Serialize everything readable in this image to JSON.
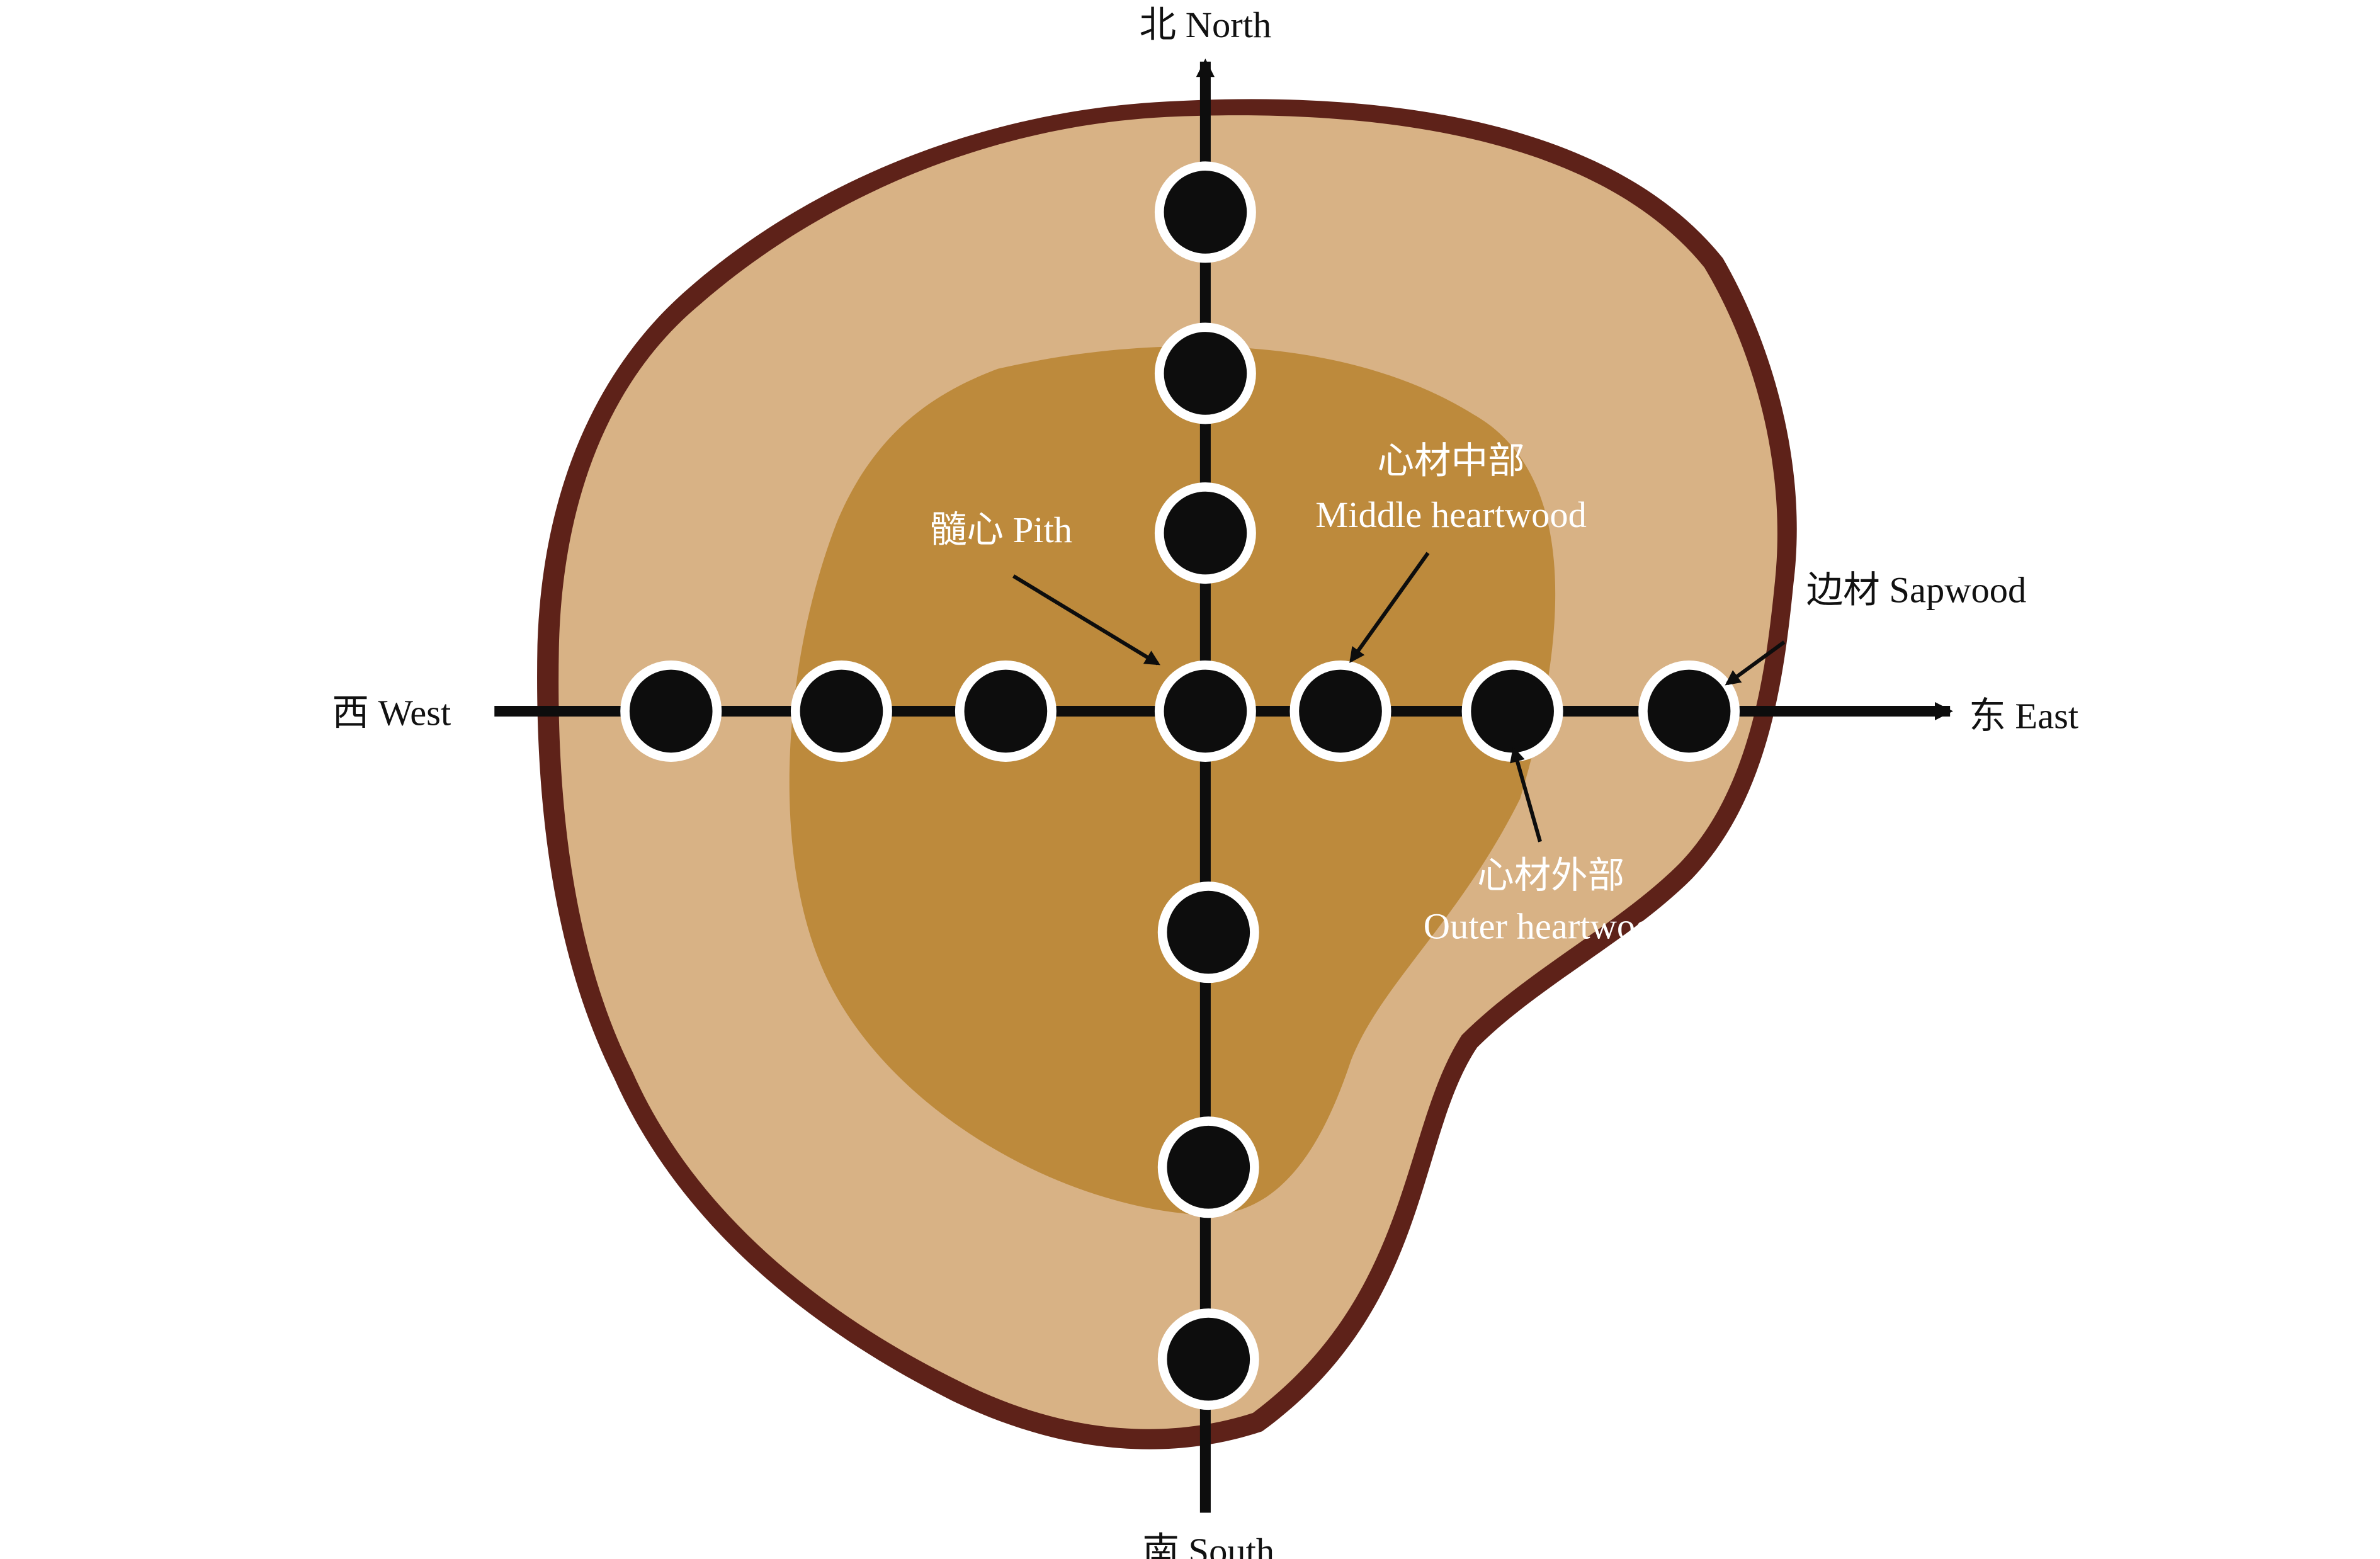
{
  "colors": {
    "sapwood": "#d8b285",
    "heartwood": "#b9822f",
    "bark": "#5e2219",
    "axis": "#0d0d0d",
    "sample_point": "#0d0d0d",
    "sample_ring": "#ffffff"
  },
  "directions": {
    "north": "北 North",
    "south": "南 South",
    "west": "西 West",
    "east": "东 East"
  },
  "annotations": {
    "pith": "髓心 Pith",
    "middle_heartwood_cn": "心材中部",
    "middle_heartwood_en": "Middle heartwood",
    "sapwood": "边材 Sapwood",
    "outer_heartwood_cn": "心材外部",
    "outer_heartwood_en": "Outer heartwood"
  },
  "sample_points": {
    "north_count": 3,
    "south_count": 3,
    "west_count": 3,
    "east_count": 3,
    "center_count": 1
  }
}
